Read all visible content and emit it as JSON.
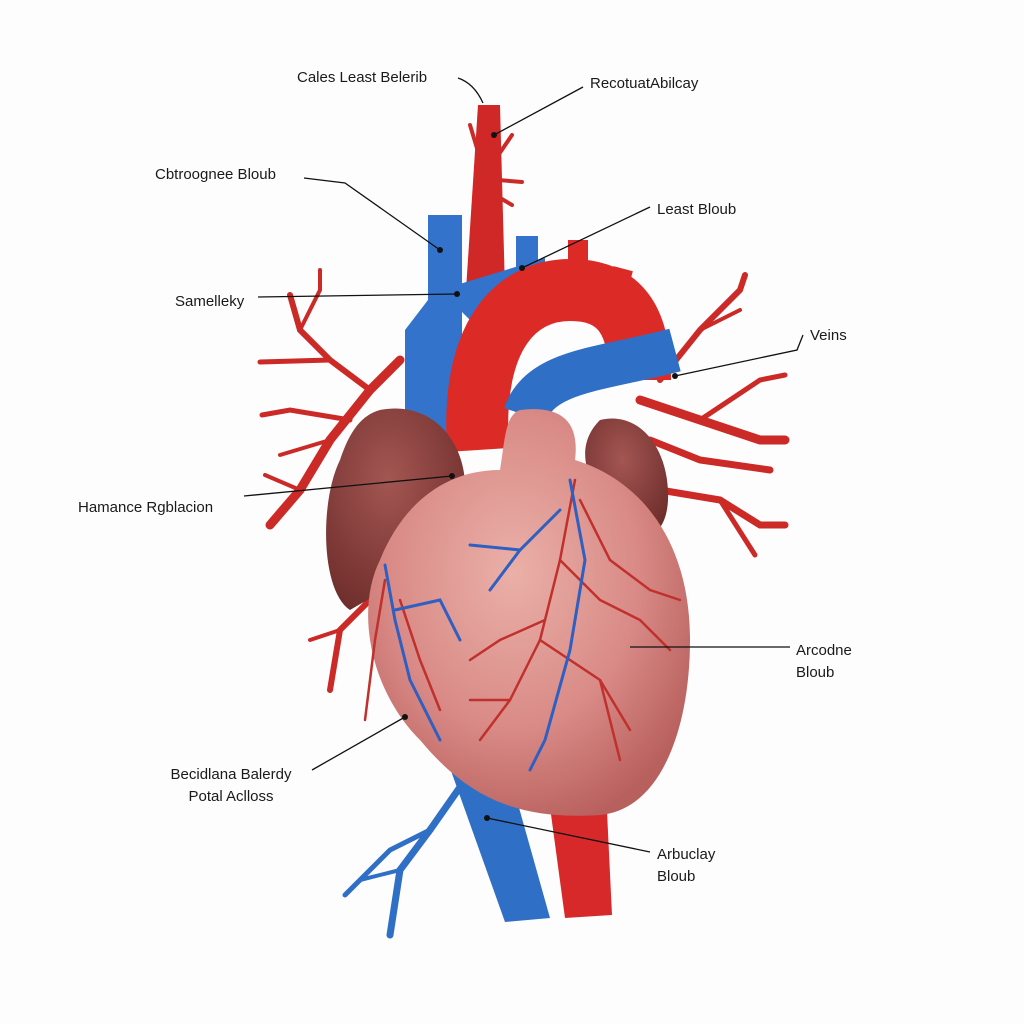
{
  "labels": {
    "top_center": "Cales Least Belerib",
    "top_right": "RecotuatAbilcay",
    "upper_left": "Cbtroognee Bloub",
    "upper_right": "Least Bloub",
    "left_mid": "Samelleky",
    "right_mid": "Veins",
    "left_lower": "Hamance Rgblacion",
    "right_lower": [
      "Arcodne",
      "Bloub"
    ],
    "bottom_left": [
      "Becidlana Balerdy",
      "Potal Aclloss"
    ],
    "bottom_right": [
      "Arbuclay",
      "Bloub"
    ]
  },
  "colors": {
    "artery": "#d8292a",
    "vein": "#2f6fc6",
    "atrium": "#8c4440",
    "ventricle": "#d98a86"
  }
}
